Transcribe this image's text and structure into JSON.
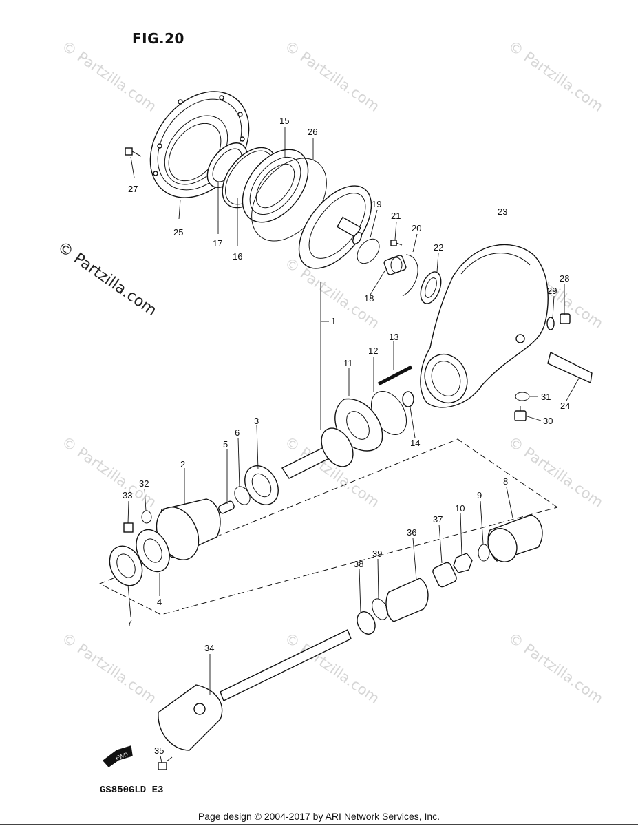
{
  "figure_title": "FIG.20",
  "model_code": "GS850GLD  E3",
  "footer_text": "Page design © 2004-2017 by ARI Network Services, Inc.",
  "watermark_main": "© Partzilla.com",
  "watermark_faint": "© Partzilla.com",
  "fwd_label": "FWD",
  "callouts": {
    "n1": "1",
    "n2": "2",
    "n3": "3",
    "n4": "4",
    "n5": "5",
    "n6": "6",
    "n7": "7",
    "n8": "8",
    "n9": "9",
    "n10": "10",
    "n11": "11",
    "n12": "12",
    "n13": "13",
    "n14": "14",
    "n15": "15",
    "n16": "16",
    "n17": "17",
    "n18": "18",
    "n19": "19",
    "n20": "20",
    "n21": "21",
    "n22": "22",
    "n23": "23",
    "n24": "24",
    "n25": "25",
    "n26": "26",
    "n27": "27",
    "n28": "28",
    "n29": "29",
    "n30": "30",
    "n31": "31",
    "n32": "32",
    "n33": "33",
    "n34": "34",
    "n35": "35",
    "n36": "36",
    "n37": "37",
    "n38": "38",
    "n39": "39"
  }
}
